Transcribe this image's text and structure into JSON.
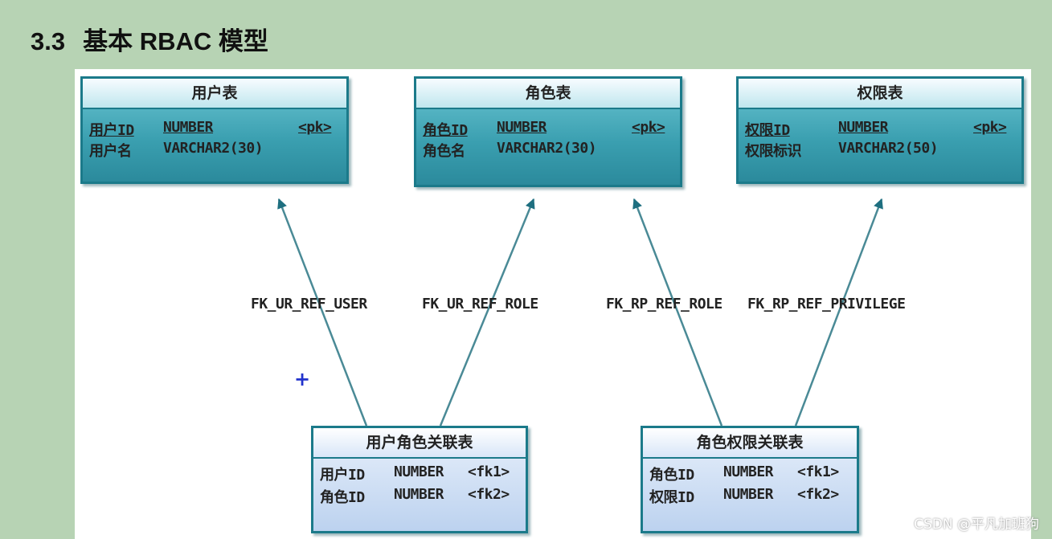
{
  "heading": {
    "number": "3.3",
    "text": "基本 RBAC 模型"
  },
  "tables": {
    "user": {
      "title": "用户表",
      "rows": [
        {
          "name": "用户ID",
          "type": "NUMBER",
          "key": "<pk>"
        },
        {
          "name": "用户名",
          "type": "VARCHAR2(30)",
          "key": ""
        }
      ]
    },
    "role": {
      "title": "角色表",
      "rows": [
        {
          "name": "角色ID",
          "type": "NUMBER",
          "key": "<pk>"
        },
        {
          "name": "角色名",
          "type": "VARCHAR2(30)",
          "key": ""
        }
      ]
    },
    "privilege": {
      "title": "权限表",
      "rows": [
        {
          "name": "权限ID",
          "type": "NUMBER",
          "key": "<pk>"
        },
        {
          "name": "权限标识",
          "type": "VARCHAR2(50)",
          "key": ""
        }
      ]
    },
    "user_role": {
      "title": "用户角色关联表",
      "rows": [
        {
          "name": "用户ID",
          "type": "NUMBER",
          "key": "<fk1>"
        },
        {
          "name": "角色ID",
          "type": "NUMBER",
          "key": "<fk2>"
        }
      ]
    },
    "role_privilege": {
      "title": "角色权限关联表",
      "rows": [
        {
          "name": "角色ID",
          "type": "NUMBER",
          "key": "<fk1>"
        },
        {
          "name": "权限ID",
          "type": "NUMBER",
          "key": "<fk2>"
        }
      ]
    }
  },
  "relations": {
    "ur_user": "FK_UR_REF_USER",
    "ur_role": "FK_UR_REF_ROLE",
    "rp_role": "FK_RP_REF_ROLE",
    "rp_privilege": "FK_RP_REF_PRIVILEGE"
  },
  "cursor_symbol": "+",
  "watermark": "CSDN @平凡加班狗",
  "colors": {
    "background": "#b7d3b4",
    "entity_table": "#3a9fb0",
    "link_table": "#bcd2ef",
    "connector": "#4a8a96"
  }
}
